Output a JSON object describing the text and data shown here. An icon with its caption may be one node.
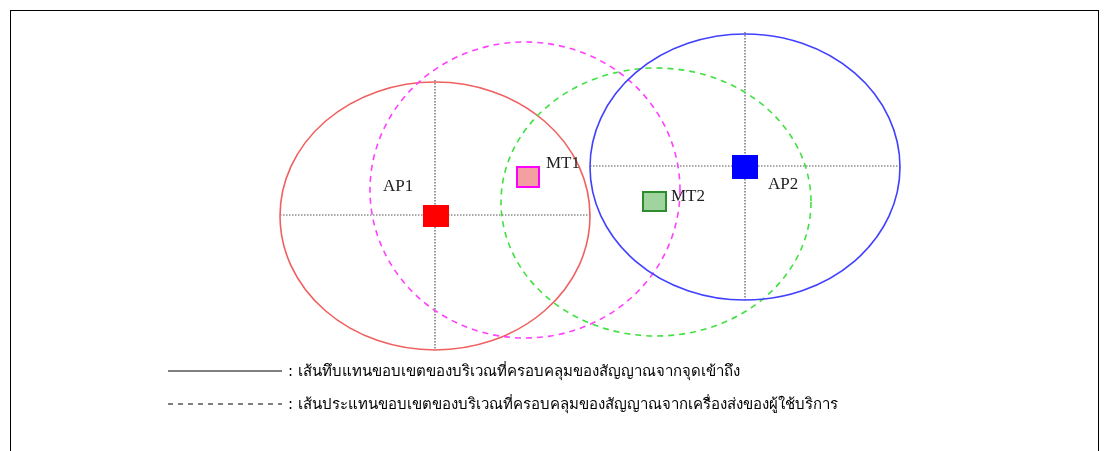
{
  "diagram": {
    "nodes": [
      {
        "text": [
          "AP1"
        ]
      },
      {
        "text": [
          "MT1"
        ]
      },
      {
        "text": [
          "MT2"
        ]
      },
      {
        "text": [
          "AP2"
        ]
      }
    ],
    "legend": [
      {
        "text": ": เส้นทึบแทนขอบเขตของบริเวณที่ครอบคลุมของสัญญาณจากจุดเข้าถึง"
      },
      {
        "text": ": เส้นประแทนขอบเขตของบริเวณที่ครอบคลุมของสัญญาณจากเครื่องส่งของผู้ใช้บริการ"
      }
    ]
  }
}
